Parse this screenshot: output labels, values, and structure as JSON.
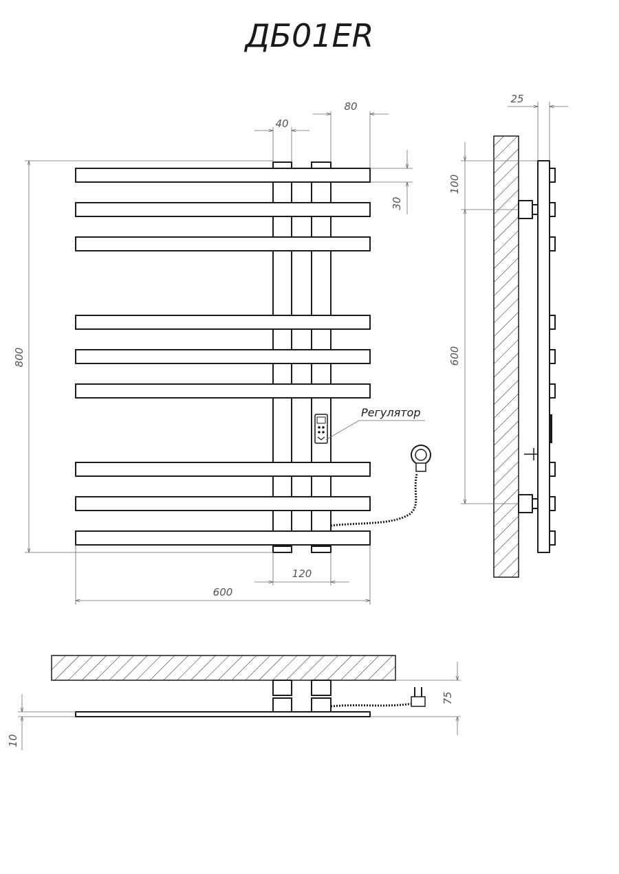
{
  "title": "ДБ01ER",
  "labels": {
    "regulator": "Регулятор"
  },
  "dimensions": {
    "d40": "40",
    "d80": "80",
    "d30": "30",
    "d800": "800",
    "d120": "120",
    "d600_width": "600",
    "d25": "25",
    "d100": "100",
    "d600_height": "600",
    "d75": "75",
    "d10": "10"
  }
}
